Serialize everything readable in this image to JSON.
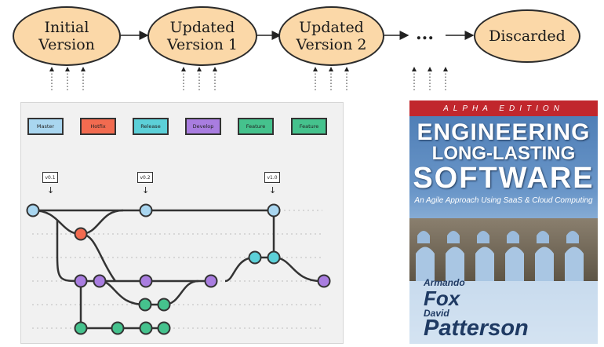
{
  "timeline": {
    "nodes": [
      {
        "label": "Initial\nVersion"
      },
      {
        "label": "Updated\nVersion 1"
      },
      {
        "label": "Updated\nVersion 2"
      },
      {
        "label": "Discarded"
      }
    ],
    "ellipsis": "..."
  },
  "git_flow": {
    "branches": [
      {
        "label": "Master",
        "color": "#a9d6f0"
      },
      {
        "label": "Hotfix",
        "color": "#f26b50"
      },
      {
        "label": "Release",
        "color": "#5cd0d8"
      },
      {
        "label": "Develop",
        "color": "#a97de0"
      },
      {
        "label": "Feature",
        "color": "#45c28d"
      },
      {
        "label": "Feature",
        "color": "#45c28d"
      }
    ],
    "tags": [
      "v0.1",
      "v0.2",
      "v1.0"
    ]
  },
  "book": {
    "edition": "ALPHA EDITION",
    "title_line1": "ENGINEERING",
    "title_line2": "LONG-LASTING",
    "title_line3": "SOFTWARE",
    "subtitle": "An Agile Approach Using SaaS & Cloud Computing",
    "author1_first": "Armando",
    "author1_last": "Fox",
    "author2_first": "David",
    "author2_last": "Patterson"
  }
}
